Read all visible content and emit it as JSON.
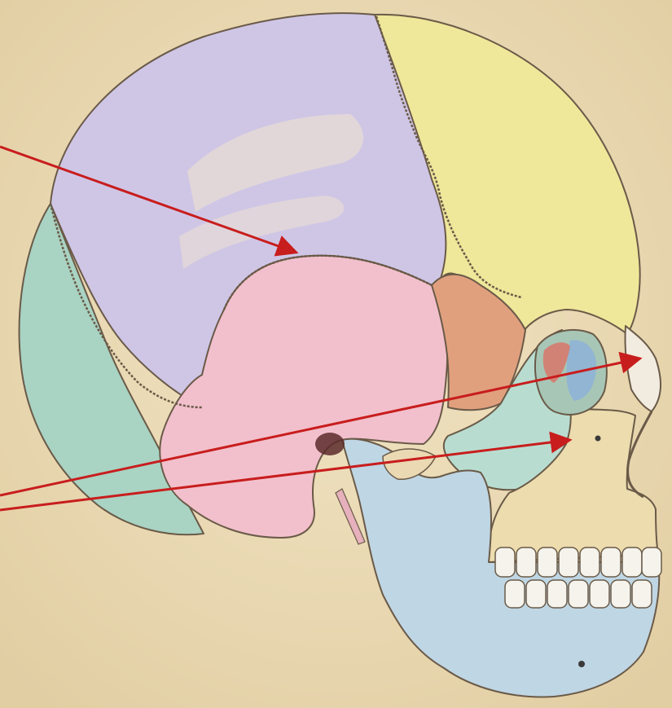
{
  "diagram": {
    "subject": "lateral-view-skull",
    "background_color": "#ead9b2",
    "bone_colors": {
      "parietal": "#cfc6e6",
      "frontal": "#efe79a",
      "occipital": "#a9d3c3",
      "temporal": "#f2c0cc",
      "sphenoid": "#e0a07e",
      "zygomatic": "#b8ddd0",
      "maxilla": "#ecdcae",
      "mandible": "#bfd6e4",
      "nasal": "#f2ece0",
      "teeth": "#f5f3ec",
      "suture": "#6a5a48"
    },
    "pointer_color": "#c81d1d",
    "pointers": [
      {
        "id": "pointer-parietal-temporal-suture"
      },
      {
        "id": "pointer-nasal-bone"
      },
      {
        "id": "pointer-maxilla"
      }
    ]
  }
}
